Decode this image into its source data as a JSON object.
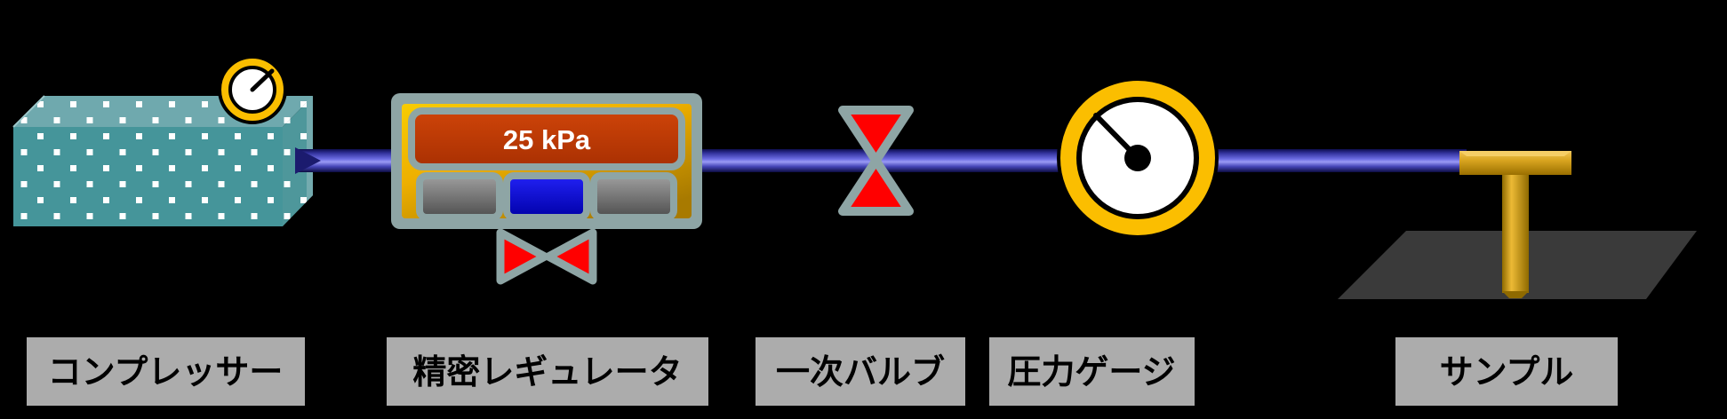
{
  "diagram": {
    "type": "pneumatic-pressure-system-schematic",
    "regulator": {
      "display_value": "25 kPa",
      "buttons": [
        "gray-button-left",
        "blue-button-center",
        "gray-button-right"
      ]
    },
    "labels": {
      "compressor": "コンプレッサー",
      "regulator": "精密レギュレータ",
      "primary_valve": "一次バルブ",
      "pressure_gauge": "圧力ゲージ",
      "sample": "サンプル"
    },
    "colors": {
      "background": "#000000",
      "tank_teal_front": "#45959A",
      "tank_teal_top": "#6FA9AE",
      "pipe_blue": "#4646C8",
      "gauge_gold": "#FBBE00",
      "frame_gray": "#8EA5A5",
      "display_red": "#C23A06",
      "button_blue": "#0A0ACC",
      "valve_red": "#FF0000",
      "label_gray": "#ACACAC",
      "sample_gold": "#D8A41F",
      "floor_gray": "#3A3A3A"
    }
  }
}
